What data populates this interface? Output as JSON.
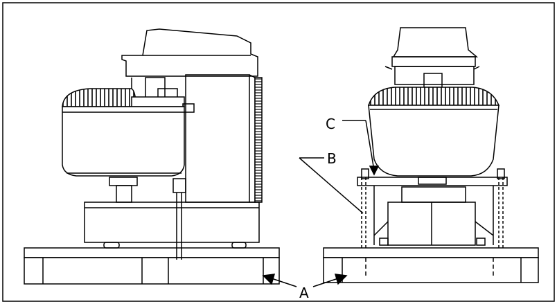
{
  "diagram": {
    "labels": {
      "a": "A",
      "b": "B",
      "c": "C"
    },
    "views": [
      "side-view",
      "front-view"
    ],
    "colors": {
      "ink": "#000000",
      "paper": "#ffffff"
    }
  }
}
